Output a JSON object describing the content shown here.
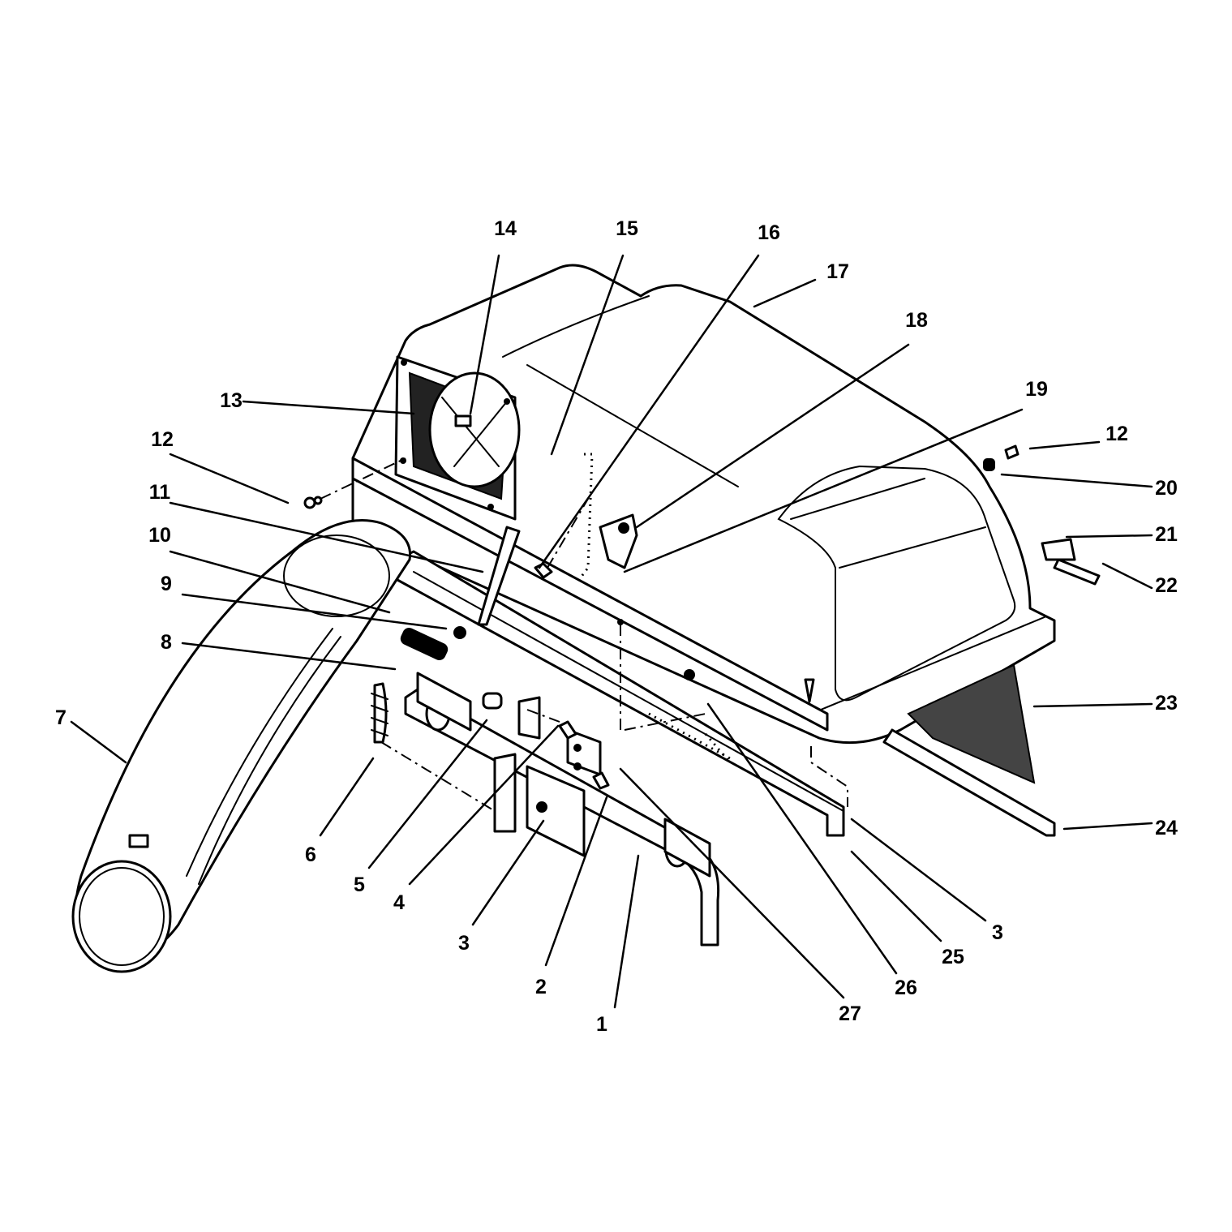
{
  "callouts": [
    "14",
    "15",
    "16",
    "17",
    "18",
    "19",
    "13",
    "12",
    "12",
    "20",
    "11",
    "21",
    "10",
    "22",
    "9",
    "8",
    "23",
    "7",
    "24",
    "6",
    "5",
    "4",
    "3",
    "2",
    "3",
    "25",
    "26",
    "27",
    "1"
  ],
  "colors": {
    "ink": "#000000",
    "paper": "#ffffff"
  }
}
